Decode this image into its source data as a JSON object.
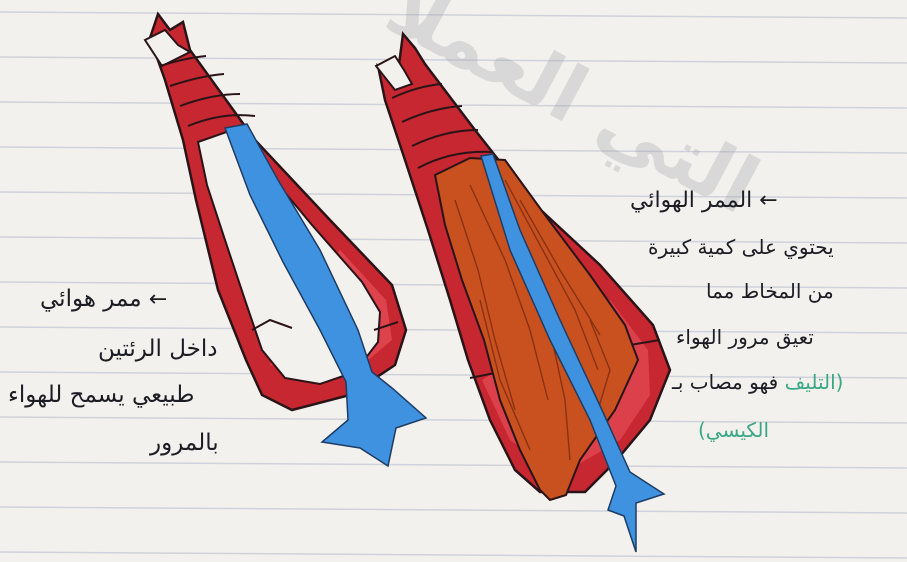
{
  "colors": {
    "paper": "#f3f1ee",
    "rule_line": "#cfd2dc",
    "wall_red": "#c72730",
    "wall_light": "#e8505a",
    "airflow_blue": "#3f92df",
    "mucus_orange": "#c9511f",
    "ink": "#1c1c24",
    "green_ink": "#3aa886",
    "watermark": "#9a9aa0"
  },
  "watermark_text": "التي العملا",
  "left_label": {
    "lines": [
      "ممر هوائي",
      "داخل الرئتين",
      "طبيعي يسمح للهواء",
      "بالمرور"
    ],
    "arrow_icon": "arrow-left-icon"
  },
  "right_label": {
    "lines": [
      "الممر الهوائي",
      "يحتوي على كمية كبيرة",
      "من المخاط مما",
      "تعيق مرور الهواء",
      "فهو مصاب بـ"
    ],
    "arrow_icon": "arrow-left-icon",
    "disease_part1": "(التليف",
    "disease_part2": "الكيسي)"
  }
}
